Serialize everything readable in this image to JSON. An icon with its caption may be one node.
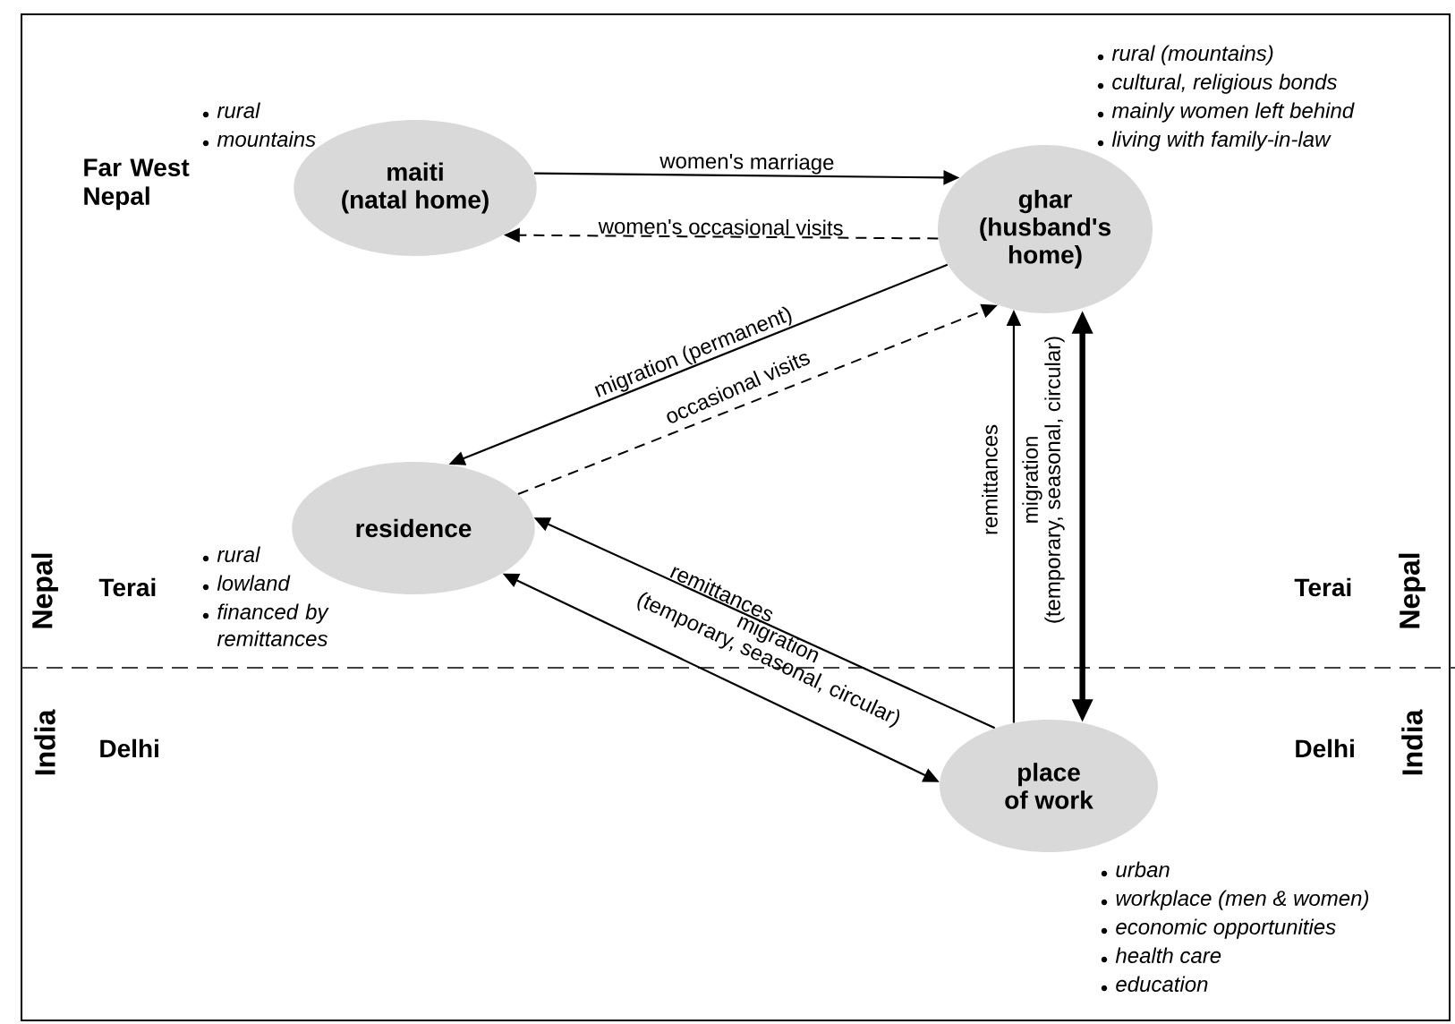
{
  "diagram": {
    "nodes": [
      {
        "text": [
          "maiti (natal home)"
        ],
        "beside": [
          "rural",
          "mountains"
        ]
      },
      {
        "text": [
          "ghar (husband's home)"
        ],
        "beside": [
          "rural (mountains)",
          "cultural, religious bonds",
          "mainly women left behind",
          "living with family-in-law"
        ]
      },
      {
        "text": [
          "residence"
        ],
        "beside": [
          "rural",
          "lowland",
          "financed by remittances"
        ]
      },
      {
        "text": [
          "place of work"
        ],
        "beside": [
          "urban",
          "workplace (men & women)",
          "economic opportunities",
          "health care",
          "education"
        ]
      }
    ],
    "edges": [
      {
        "from": 0,
        "to": 1,
        "arrow": "to",
        "label": "women's marriage"
      },
      {
        "from": 1,
        "to": 0,
        "arrow": "to",
        "label": "women's occasional visits",
        "style": "dashed"
      },
      {
        "from": 1,
        "to": 2,
        "arrow": "to",
        "label": "migration (permanent)"
      },
      {
        "from": 2,
        "to": 1,
        "arrow": "to",
        "label": "occasional visits",
        "style": "dashed"
      },
      {
        "from": 3,
        "to": 2,
        "arrow": "to",
        "label": "remittances"
      },
      {
        "from": 2,
        "to": 3,
        "arrow": "both",
        "label": "migration (temporary, seasonal, circular)"
      },
      {
        "from": 3,
        "to": 1,
        "arrow": "to",
        "label": "remittances"
      },
      {
        "from": 1,
        "to": 3,
        "arrow": "both",
        "label": "migration (temporary, seasonal, circular)",
        "style": "thick"
      }
    ],
    "labels": [
      "Far West Nepal",
      "Nepal",
      "Terai",
      "Terai",
      "Nepal",
      "India",
      "Delhi",
      "Delhi",
      "India"
    ]
  }
}
